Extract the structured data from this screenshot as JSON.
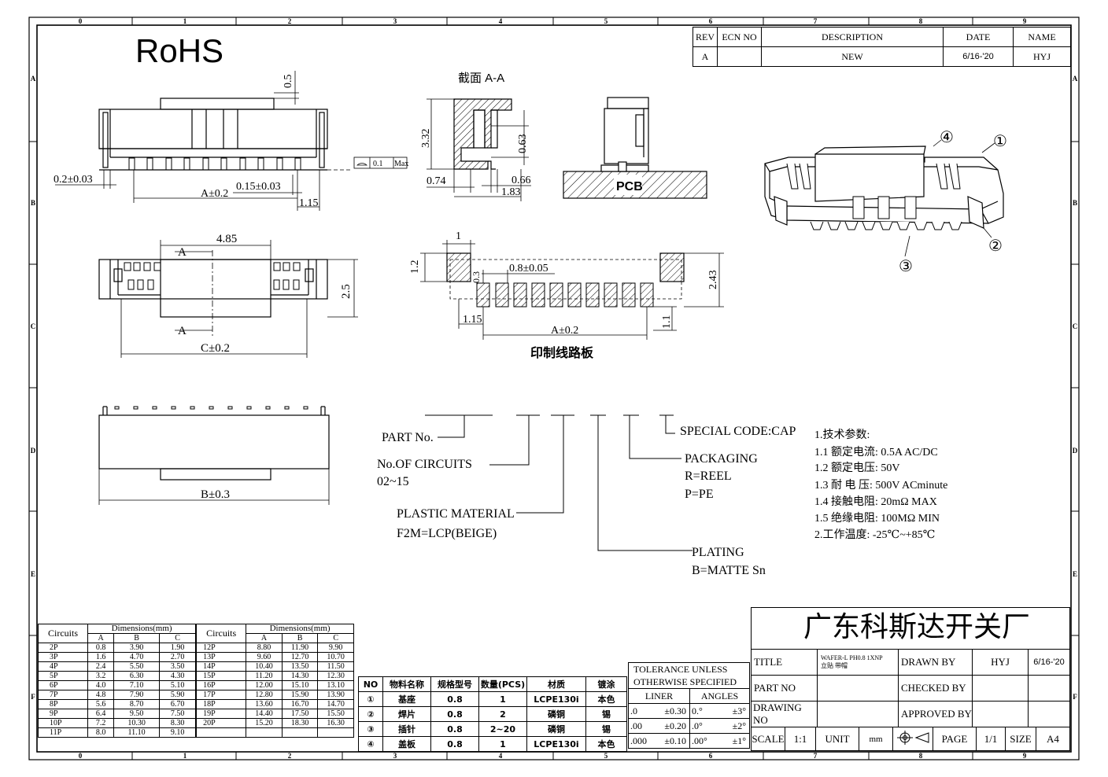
{
  "frame": {
    "col_labels": [
      "0",
      "1",
      "2",
      "3",
      "4",
      "5",
      "6",
      "7",
      "8",
      "9"
    ],
    "row_labels": [
      "A",
      "B",
      "C",
      "D",
      "E",
      "F"
    ]
  },
  "rohs": "RoHS",
  "revision": {
    "headers": [
      "REV",
      "ECN NO",
      "DESCRIPTION",
      "DATE",
      "NAME"
    ],
    "row": [
      "A",
      "",
      "NEW",
      "6/16-'20",
      "HYJ"
    ]
  },
  "views": {
    "section_label": "截面   A-A",
    "pcb_label": "PCB",
    "pcb_board_label": "印制线路板",
    "section_marker": "A",
    "flatness": "0.1",
    "flatness_max": "Max"
  },
  "dims": {
    "top_05": "0.5",
    "pitch_tol": "0.2±0.03",
    "a02": "A±0.2",
    "tol_015": "0.15±0.03",
    "d115": "1.15",
    "d485": "4.85",
    "d25": "2.5",
    "c02": "C±0.2",
    "b03": "B±0.3",
    "d332": "3.32",
    "d063": "0.63",
    "d074": "0.74",
    "d066": "0.66",
    "d183": "1.83",
    "pad_1": "1",
    "pad_12": "1.2",
    "pad_03": "0.3",
    "pad_pitch": "0.8±0.05",
    "pad_243": "2.43",
    "pad_115": "1.15",
    "pad_a02": "A±0.2",
    "pad_11": "1.1"
  },
  "callouts": [
    "①",
    "②",
    "③",
    "④"
  ],
  "part_no": {
    "part_no": "PART No.",
    "circuits": "No.OF CIRCUITS",
    "circuits_range": "02~15",
    "plastic": "PLASTIC MATERIAL",
    "plastic_val": "F2M=LCP(BEIGE)",
    "plating": "PLATING",
    "plating_val": "B=MATTE Sn",
    "packaging": "PACKAGING",
    "pack_r": "R=REEL",
    "pack_p": "P=PE",
    "special": "SPECIAL CODE:CAP"
  },
  "specs": [
    "1.技术参数:",
    "1.1 额定电流: 0.5A AC/DC",
    "1.2 额定电压: 50V",
    "1.3 耐 电 压: 500V ACminute",
    "1.4 接触电阻: 20mΩ  MAX",
    "1.5 绝缘电阻: 100MΩ  MIN",
    "2.工作温度: -25℃~+85℃"
  ],
  "dimension_table": {
    "header_circuits": "Circuits",
    "header_dims": "Dimensions(mm)",
    "cols": [
      "A",
      "B",
      "C"
    ],
    "left": [
      [
        "2P",
        "0.8",
        "3.90",
        "1.90"
      ],
      [
        "3P",
        "1.6",
        "4.70",
        "2.70"
      ],
      [
        "4P",
        "2.4",
        "5.50",
        "3.50"
      ],
      [
        "5P",
        "3.2",
        "6.30",
        "4.30"
      ],
      [
        "6P",
        "4.0",
        "7.10",
        "5.10"
      ],
      [
        "7P",
        "4.8",
        "7.90",
        "5.90"
      ],
      [
        "8P",
        "5.6",
        "8.70",
        "6.70"
      ],
      [
        "9P",
        "6.4",
        "9.50",
        "7.50"
      ],
      [
        "10P",
        "7.2",
        "10.30",
        "8.30"
      ],
      [
        "11P",
        "8.0",
        "11.10",
        "9.10"
      ]
    ],
    "right": [
      [
        "12P",
        "8.80",
        "11.90",
        "9.90"
      ],
      [
        "13P",
        "9.60",
        "12.70",
        "10.70"
      ],
      [
        "14P",
        "10.40",
        "13.50",
        "11.50"
      ],
      [
        "15P",
        "11.20",
        "14.30",
        "12.30"
      ],
      [
        "16P",
        "12.00",
        "15.10",
        "13.10"
      ],
      [
        "17P",
        "12.80",
        "15.90",
        "13.90"
      ],
      [
        "18P",
        "13.60",
        "16.70",
        "14.70"
      ],
      [
        "19P",
        "14.40",
        "17.50",
        "15.50"
      ],
      [
        "20P",
        "15.20",
        "18.30",
        "16.30"
      ]
    ]
  },
  "bom": {
    "headers": [
      "NO",
      "物料名称",
      "规格型号",
      "数量(PCS)",
      "材质",
      "镀涂"
    ],
    "rows": [
      [
        "①",
        "基座",
        "0.8",
        "1",
        "LCPE130i",
        "本色"
      ],
      [
        "②",
        "焊片",
        "0.8",
        "2",
        "磷铜",
        "锡"
      ],
      [
        "③",
        "插针",
        "0.8",
        "2~20",
        "磷铜",
        "锡"
      ],
      [
        "④",
        "盖板",
        "0.8",
        "1",
        "LCPE130i",
        "本色"
      ]
    ]
  },
  "tolerance": {
    "title1": "TOLERANCE UNLESS",
    "title2": "OTHERWISE SPECIFIED",
    "liner": "LINER",
    "angles": "ANGLES",
    "rows": [
      [
        ".0",
        "±0.30",
        "0.°",
        "±3°"
      ],
      [
        ".00",
        "±0.20",
        ".0°",
        "±2°"
      ],
      [
        ".000",
        "±0.10",
        ".00°",
        "±1°"
      ]
    ]
  },
  "title_block": {
    "company": "广东科斯达开关厂",
    "title_label": "TITLE",
    "title_value_1": "WAFER-L PH0.8 1XNP",
    "title_value_2": "立贴 带帽",
    "drawn_by": "DRAWN BY",
    "drawn_name": "HYJ",
    "drawn_date": "6/16-'20",
    "part_no_label": "PART NO",
    "checked_by": "CHECKED BY",
    "drawing_no": "DRAWING NO",
    "approved_by": "APPROVED BY",
    "scale_label": "SCALE",
    "scale_val": "1:1",
    "unit_label": "UNIT",
    "unit_val": "mm",
    "page_label": "PAGE",
    "page_val": "1/1",
    "size_label": "SIZE",
    "size_val": "A4"
  }
}
